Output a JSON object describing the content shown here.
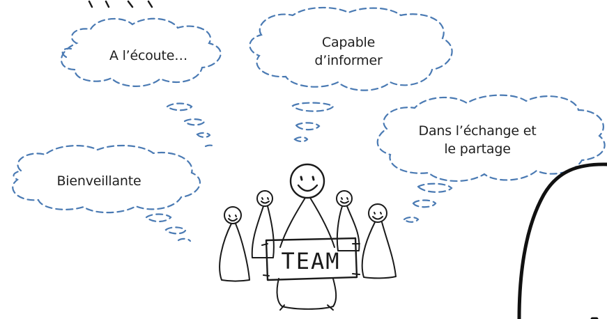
{
  "thoughts": {
    "listening": "A l’écoute…",
    "informing_line1": "Capable",
    "informing_line2": "d’informer",
    "sharing_line1": "Dans l’échange et",
    "sharing_line2": "le partage",
    "welcoming": "Bienveillante"
  },
  "sign": {
    "text": "TEAM"
  },
  "colors": {
    "bubble_stroke": "#4a7ab3",
    "ink": "#1a1a1a"
  }
}
